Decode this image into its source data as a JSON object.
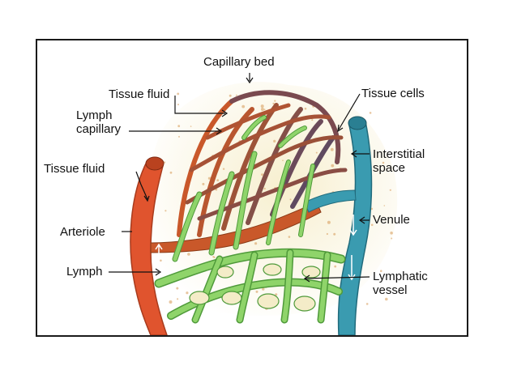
{
  "labels": {
    "capillary_bed": "Capillary bed",
    "tissue_fluid_top": "Tissue fluid",
    "lymph_capillary_1": "Lymph",
    "lymph_capillary_2": "capillary",
    "tissue_fluid_left": "Tissue fluid",
    "arteriole": "Arteriole",
    "lymph": "Lymph",
    "tissue_cells": "Tissue cells",
    "interstitial_1": "Interstitial",
    "interstitial_2": "space",
    "venule": "Venule",
    "lymphatic_1": "Lymphatic",
    "lymphatic_2": "vessel"
  },
  "colors": {
    "arteriole": "#e0542e",
    "capillary_artery": "#c9582a",
    "capillary_vein": "#6b4a5a",
    "venule": "#3a9bb0",
    "lymphatic": "#8fd46a",
    "lymphatic_outline": "#4f9a3a",
    "tissue": "#f4ecc8",
    "cell_dot": "#d9a060"
  }
}
